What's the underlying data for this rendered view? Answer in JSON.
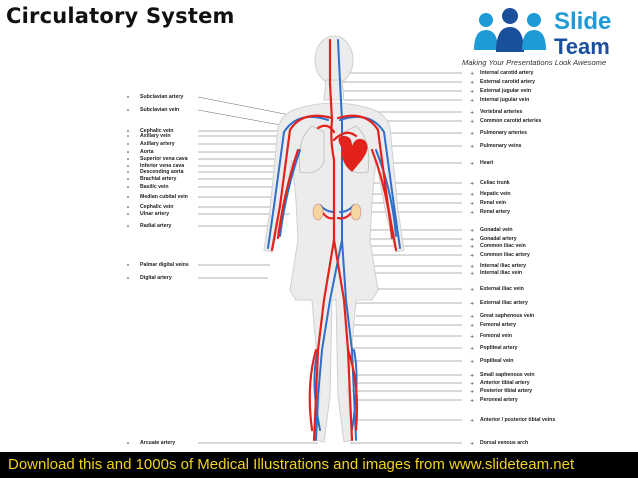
{
  "title": "Circulatory System",
  "logo": {
    "word1": "Slide",
    "word2": "Team",
    "tagline": "Making Your Presentations Look Awesome"
  },
  "left_labels": [
    "Subclavian artery",
    "Subclavian vein",
    "Cephalic vein",
    "Axillary vein",
    "Axillary artery",
    "Aorta",
    "Superior vena cava",
    "Inferior vena cava",
    "Descending aorta",
    "Brachial artery",
    "Basilic vein",
    "Median cubital vein",
    "Cephalic vein",
    "Ulnar artery",
    "Radial artery",
    "Palmar digital veins",
    "Digital artery",
    "Arcuate artery"
  ],
  "right_labels": [
    "Internal carotid artery",
    "External carotid artery",
    "External jugular vein",
    "Internal jugular vein",
    "Vertebral arteries",
    "Common carotid arteries",
    "Pulmonary arteries",
    "Pulmonary veins",
    "Heart",
    "Celiac trunk",
    "Hepatic vein",
    "Renal vein",
    "Renal artery",
    "Gonadal vein",
    "Gonadal artery",
    "Common iliac vein",
    "Common iliac artery",
    "Internal iliac artery",
    "Internal iliac vein",
    "External iliac vein",
    "External iliac artery",
    "Great saphenous vein",
    "Femoral artery",
    "Femoral vein",
    "Popliteal artery",
    "Popliteal vein",
    "Small saphenous vein",
    "Anterior tibial artery",
    "Posterior tibial artery",
    "Peroneal artery",
    "Anterior / posterior tibial veins",
    "Dorsal venous arch"
  ],
  "footer": "Download this and 1000s of Medical Illustrations and images from www.slideteam.net",
  "colors": {
    "artery": "#e3231b",
    "vein": "#2f6fc9",
    "footer_bg": "#000000",
    "footer_text": "#f2d21b",
    "logo_light": "#1e9ad6",
    "logo_dark": "#1a4f9c"
  }
}
